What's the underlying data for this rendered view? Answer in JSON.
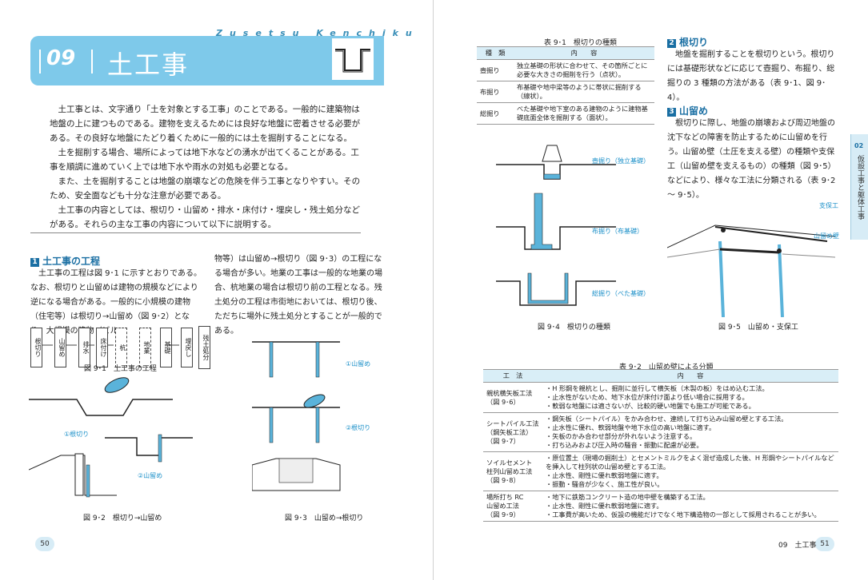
{
  "left": {
    "series_title": "Zusetsu Kenchiku Sekou",
    "chapter_number": "09",
    "chapter_title": "土工事",
    "intro": [
      "土工事とは、文字通り「土を対象とする工事」のことである。一般的に建築物は地盤の上に建つものである。建物を支えるためには良好な地盤に密着させる必要がある。その良好な地盤にたどり着くために一般的には土を掘削することになる。",
      "土を掘削する場合、場所によっては地下水などの湧水が出てくることがある。工事を順調に進めていく上では地下水や雨水の対処も必要となる。",
      "また、土を掘削することは地盤の崩壊などの危険を伴う工事となりやすい。そのため、安全面なども十分な注意が必要である。",
      "土工事の内容としては、根切り・山留め・排水・床付け・埋戻し・残土処分などがある。それらの主な工事の内容について以下に説明する。"
    ],
    "section1_num": "1",
    "section1_title": "土工事の工程",
    "section1_col1": "土工事の工程は図 9･1 に示すとおりである。なお、根切りと山留めは建物の規模などにより逆になる場合がある。一般的に小規模の建物（住宅等）は根切り→山留め（図 9･2）となり、大規模の建物（ビル",
    "section1_col2": "物等）は山留め→根切り（図 9･3）の工程になる場合が多い。地業の工事は一般的な地業の場合、杭地業の場合は根切り前の工程となる。残土処分の工程は市街地においては、根切り後、ただちに場外に残土処分とすることが一般的である。",
    "flow": [
      "根切り",
      "山留め",
      "排水",
      "床付け",
      "杭",
      "地業",
      "基礎",
      "埋戻し",
      "残土処分"
    ],
    "fig1_caption": "図 9･1　土工事の工程",
    "fig2_caption": "図 9･2　根切り→山留め",
    "fig3_caption": "図 9･3　山留め→根切り",
    "fig2_labels": [
      "①根切り",
      "②山留め"
    ],
    "fig3_labels": [
      "①山留め",
      "②根切り"
    ],
    "page_number": "50"
  },
  "right": {
    "table1_title": "表 9･1　根切りの種類",
    "table1_headers": [
      "種　類",
      "内　　容"
    ],
    "table1_rows": [
      [
        "壺掘り",
        "独立基礎の形状に合わせて、その箇所ごとに必要な大きさの掘削を行う（点状）。"
      ],
      [
        "布掘り",
        "布基礎や地中梁等のように帯状に掘削する（線状）。"
      ],
      [
        "総掘り",
        "べた基礎や地下室のある建物のように建物基礎底面全体を掘削する（面状）。"
      ]
    ],
    "fig4_labels": [
      "壺掘り（独立基礎）",
      "布掘り（布基礎）",
      "総掘り（べた基礎）"
    ],
    "fig4_caption": "図 9･4　根切りの種類",
    "section2_num": "2",
    "section2_title": "根切り",
    "section2_text": "地盤を掘削することを根切りという。根切りには基礎形状などに応じて壺掘り、布掘り、総掘りの 3 種類の方法がある（表 9･1、図 9･4）。",
    "section3_num": "3",
    "section3_title": "山留め",
    "section3_text": "根切りに際し、地盤の崩壊および周辺地盤の沈下などの障害を防止するために山留めを行う。山留め壁（土圧を支える壁）の種類や支保工（山留め壁を支えるもの）の種類（図 9･5）などにより、様々な工法に分類される（表 9･2 ～ 9･5）。",
    "fig5_labels": [
      "支保工",
      "山留め壁"
    ],
    "fig5_caption": "図 9･5　山留め・支保工",
    "table2_title": "表 9･2　山留め壁による分類",
    "table2_headers": [
      "工　法",
      "内　　容"
    ],
    "table2_rows": [
      {
        "method": "親杭横矢板工法\n（図 9･6）",
        "items": [
          "・H 形鋼を親杭とし、掘削に並行して横矢板（木製の板）をはめ込む工法。",
          "・止水性がないため、地下水位が床付け面より低い場合に採用する。",
          "・軟弱な地盤には適さないが、比較的硬い地盤でも施工が可能である。"
        ]
      },
      {
        "method": "シートパイル工法\n（鋼矢板工法）\n（図 9･7）",
        "items": [
          "・鋼矢板（シートパイル）をかみ合わせ、連続して打ち込み山留め壁とする工法。",
          "・止水性に優れ、軟弱地盤や地下水位の高い地盤に適す。",
          "・矢板のかみ合わせ部分が外れないよう注意する。",
          "・打ち込みおよび圧入時の騒音・振動に配慮が必要。"
        ]
      },
      {
        "method": "ソイルセメント\n柱列山留め工法\n（図 9･8）",
        "items": [
          "・原位置土（現場の掘削土）とセメントミルクをよく混ぜ造成した後、H 形鋼やシートパイルなどを挿入して柱列状の山留め壁とする工法。",
          "・止水性、剛性に優れ軟弱地盤に適す。",
          "・振動・騒音が少なく、施工性が良い。"
        ]
      },
      {
        "method": "場所打ち RC\n山留め工法\n（図 9･9）",
        "items": [
          "・地下に鉄筋コンクリート造の地中壁を構築する工法。",
          "・止水性、剛性に優れ軟弱地盤に適す。",
          "・工事費が高いため、仮設の機能だけでなく地下構造物の一部として採用されることが多い。"
        ]
      }
    ],
    "side_tab_number": "02",
    "side_tab_title": "仮設工事と躯体工事",
    "footer_chapter": "09　土工事",
    "page_number": "51"
  },
  "colors": {
    "accent": "#7ec9ea",
    "heading": "#1a6fa3",
    "steel": "#5ab3da",
    "tab": "#d7ecf6"
  }
}
